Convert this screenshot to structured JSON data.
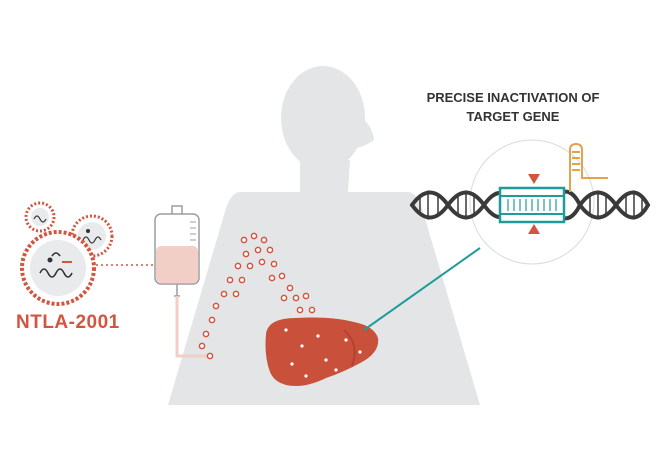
{
  "drug_label": "NTLA-2001",
  "headline": {
    "line1": "PRECISE INACTIVATION OF",
    "line2": "TARGET GENE"
  },
  "colors": {
    "silhouette": "#e3e5e7",
    "accent": "#d2553f",
    "liver": "#c9503a",
    "teal": "#1f9c9a",
    "dna": "#3a3a3a",
    "crispr_guide": "#e0a44a",
    "iv_fluid": "#f2cfc6"
  },
  "icons": {
    "nanoparticle": "lipid-nanoparticle-icon",
    "iv_bag": "iv-bag-icon",
    "liver": "liver-icon",
    "dna": "dna-double-helix-icon",
    "guide_rna": "guide-rna-icon"
  }
}
